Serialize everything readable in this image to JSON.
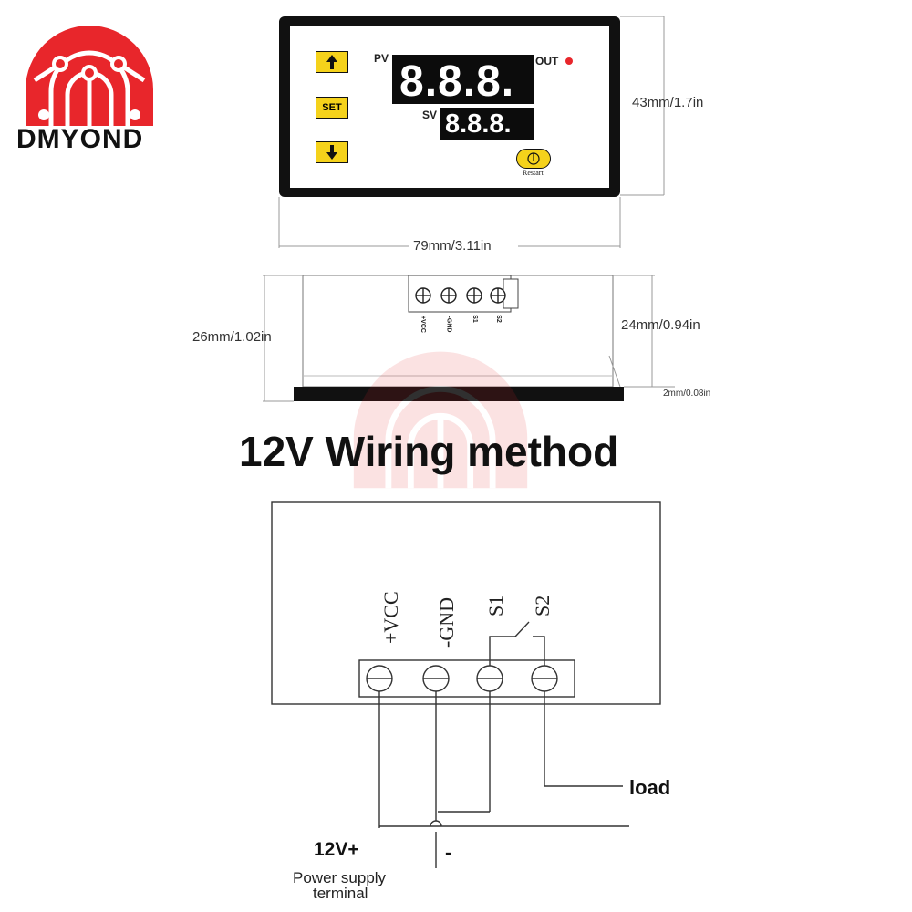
{
  "brand": {
    "name": "DMYOND",
    "accent_color": "#e8262b",
    "logo_icon": "circuit-arch-icon"
  },
  "front_panel": {
    "pv_label": "PV",
    "pv_display": "8.8.8.",
    "sv_label": "SV",
    "sv_display": "8.8.8.",
    "out_label": "OUT",
    "out_led_color": "#e8262b",
    "up_button_icon": "up-arrow-icon",
    "set_button_label": "SET",
    "down_button_icon": "down-arrow-icon",
    "restart_label": "Restart",
    "button_color": "#f5d21b",
    "height_label": "43mm/1.7in",
    "width_label": "79mm/3.11in"
  },
  "side_view": {
    "terminal_labels": [
      "+VCC",
      "-GND",
      "S1",
      "S2"
    ],
    "depth_total_label": "26mm/1.02in",
    "body_depth_label": "24mm/0.94in",
    "bezel_label": "2mm/0.08in"
  },
  "wiring": {
    "title": "12V Wiring method",
    "terminal_labels": [
      "+VCC",
      "-GND",
      "S1",
      "S2"
    ],
    "load_label": "load",
    "positive_label": "12V+",
    "negative_label": "-",
    "supply_label_line1": "Power supply",
    "supply_label_line2": "terminal"
  }
}
